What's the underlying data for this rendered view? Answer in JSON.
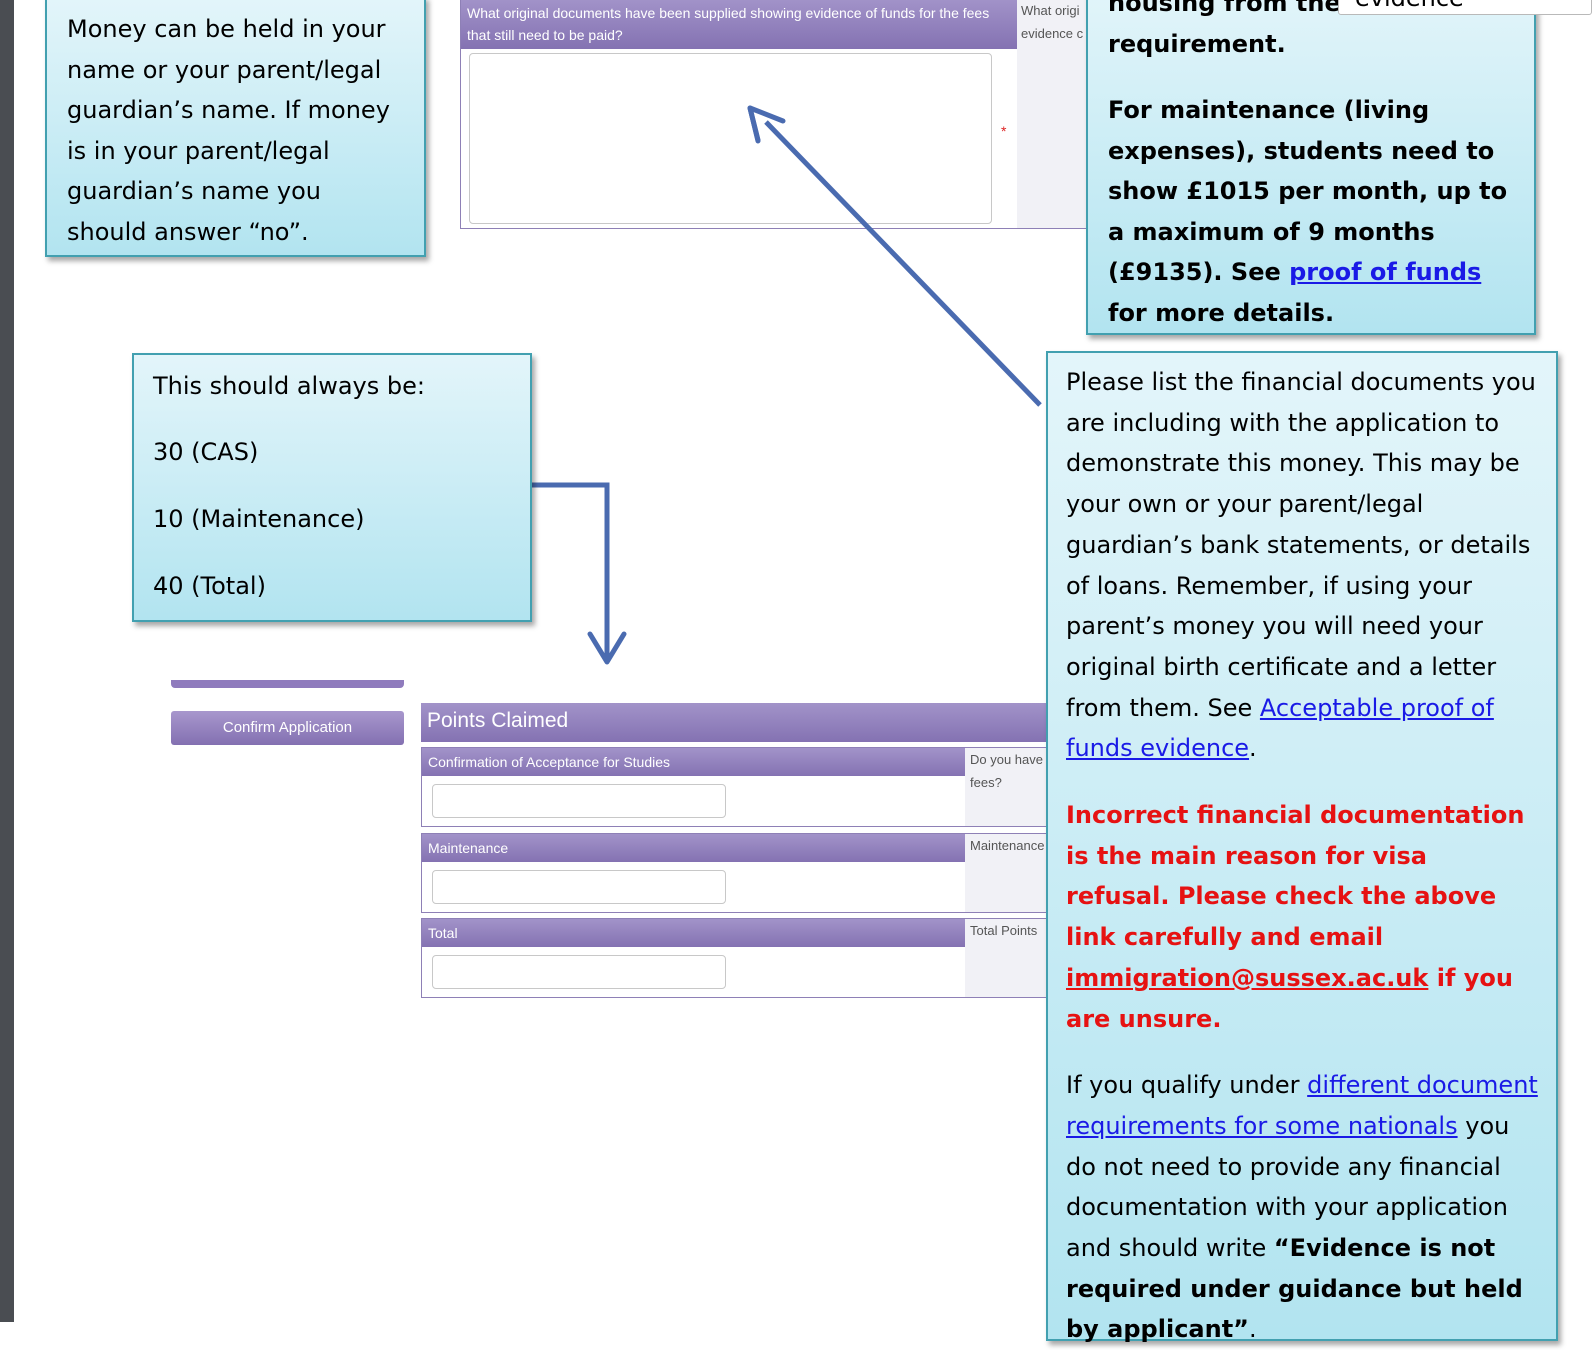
{
  "callouts": {
    "money_holder": {
      "text": "Money can be held in your name or your parent/legal guardian’s name. If money is in your parent/legal guardian’s name you should answer “no”."
    },
    "points": {
      "intro": "This should always be:",
      "lines": [
        "30 (CAS)",
        "10 (Maintenance)",
        "40 (Total)"
      ]
    },
    "maintenance": {
      "cut_text": "housing from the n",
      "cut_end": "requirement.",
      "para_bold": "For maintenance (living expenses), students need to show £1015 per month, up to a maximum of 9 months (£9135).",
      "see": "See",
      "link": "proof of funds",
      "after_link": "for more details.",
      "dropdown_text": "evidence"
    },
    "documents": {
      "para1_text": "Please list the financial documents you are including with the application to demonstrate this money. This may be your own or your parent/legal guardian’s bank statements, or details of loans. Remember, if using your parent’s money you will need your original birth certificate and a letter from them. See",
      "para1_link": "Acceptable proof of funds evidence",
      "para1_end": ".",
      "warning_text": "Incorrect financial documentation is the main reason for visa refusal. Please check the above link carefully and email",
      "warning_email": "immigration@sussex.ac.uk",
      "warning_end": "if you are unsure.",
      "para3_start": "If you qualify under",
      "para3_link": "different document requirements for some nationals",
      "para3_mid": "you do not need to provide any financial documentation with your application and should write",
      "para3_quote": "“Evidence is not required under guidance but held by applicant”",
      "para3_end": "."
    }
  },
  "form_top": {
    "question": "What original documents have been supplied showing evidence of funds for the fees that still need to be paid?",
    "required_marker": "*",
    "side_note": "What origi evidence c"
  },
  "sidebar": {
    "confirm_button": "Confirm Application"
  },
  "points_claimed": {
    "title": "Points Claimed",
    "rows": [
      {
        "label": "Confirmation of Acceptance for Studies",
        "note": "Do you have fees?",
        "value": ""
      },
      {
        "label": "Maintenance",
        "note": "Maintenance",
        "value": ""
      },
      {
        "label": "Total",
        "note": "Total Points",
        "value": ""
      }
    ]
  },
  "colors": {
    "callout_border": "#42a0b0",
    "arrow": "#4a6bb0",
    "form_purple": "#8472b2",
    "warning_red": "#e61212",
    "link_blue": "#1a1ae6"
  }
}
